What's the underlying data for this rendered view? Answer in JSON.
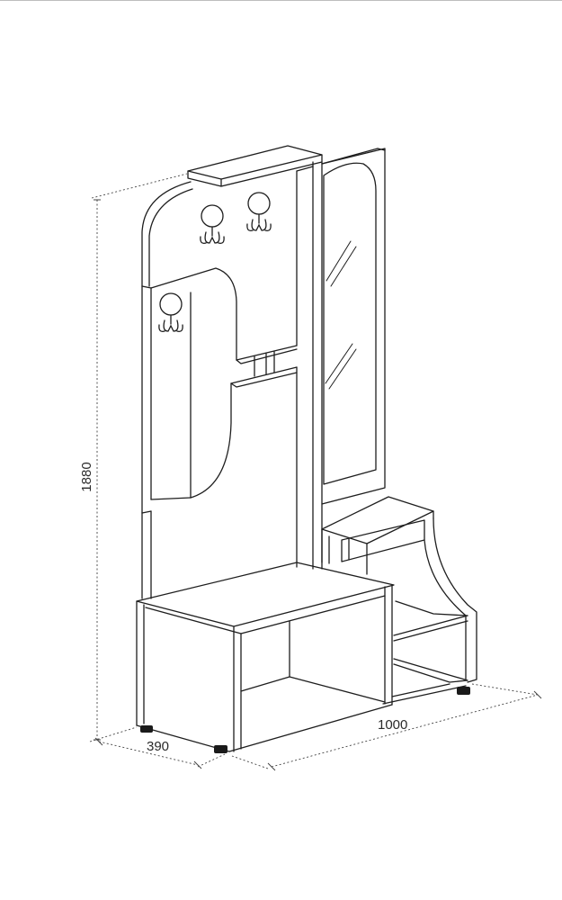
{
  "dimensions": {
    "height": "1880",
    "width": "1000",
    "depth": "390"
  },
  "colors": {
    "line": "#1e1e1e",
    "dim_line": "#444444",
    "foot": "#1a1a1a",
    "background": "#ffffff"
  }
}
